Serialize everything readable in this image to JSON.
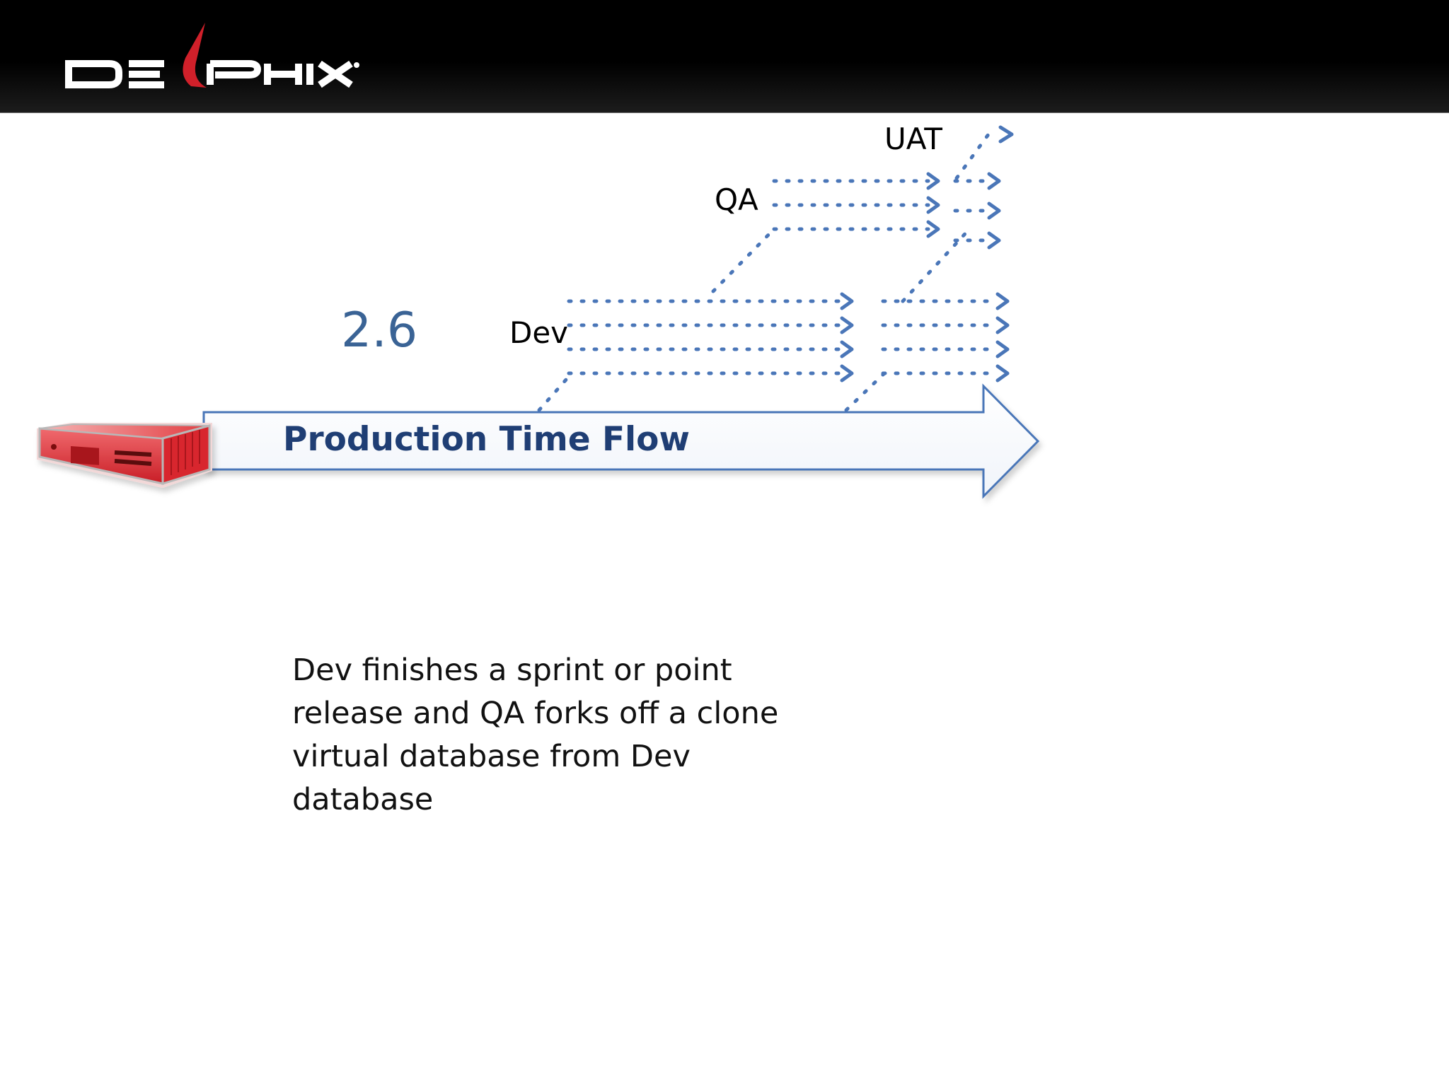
{
  "header": {
    "logo_text": "DELPHIX",
    "background_color": "#000000",
    "logo_color": "#ffffff",
    "logo_accent_color": "#d0202a"
  },
  "diagram": {
    "version": "2.6",
    "flow_label": "Production Time Flow",
    "environments": {
      "dev": "Dev",
      "qa": "QA",
      "uat": "UAT"
    },
    "source_icon": "database-server-icon",
    "arrow_color": "#4a76b8",
    "server_color": "#e03a3e"
  },
  "description": "Dev finishes a sprint or point release and QA forks off a clone virtual database from Dev database"
}
